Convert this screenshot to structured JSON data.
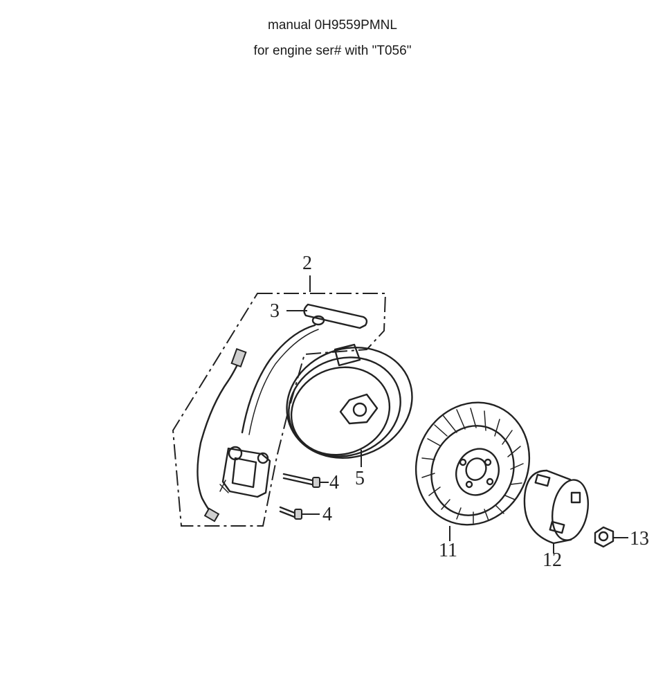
{
  "header": {
    "line1": "manual 0H9559PMNL",
    "line2": "for engine ser# with \"T056\""
  },
  "callouts": {
    "c2": "2",
    "c3": "3",
    "c4a": "4",
    "c4b": "4",
    "c5": "5",
    "c11": "11",
    "c12": "12",
    "c13": "13"
  },
  "parts": {
    "ignition_group": "ignition-coil-assembly",
    "spark_plug_cap": "spark-plug-cap",
    "ignition_coil": "ignition-coil",
    "bolt_upper": "bolt",
    "bolt_lower": "bolt",
    "stator": "charge-coil-stator",
    "flywheel": "flywheel",
    "starter_cup": "starter-pulley-cup",
    "flywheel_nut": "flywheel-nut"
  }
}
